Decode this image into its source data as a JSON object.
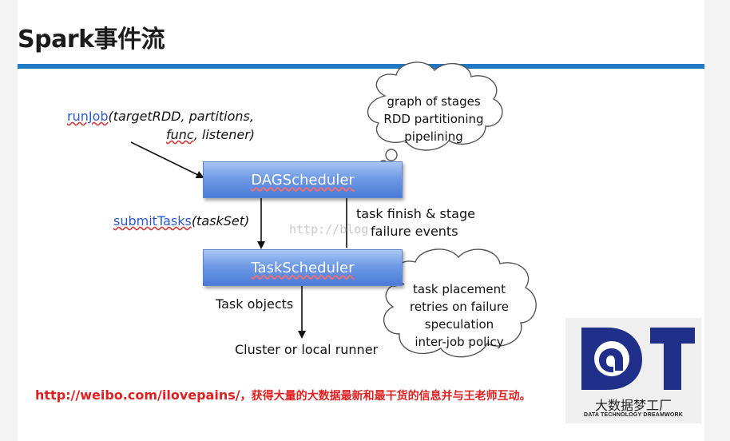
{
  "slide": {
    "title": "Spark事件流"
  },
  "diagram": {
    "run_job": {
      "name": "runJob",
      "args_line1": "(targetRDD, partitions,",
      "args_func": "func",
      "args_line2_rest": ", listener)"
    },
    "dag_scheduler": "DAGScheduler",
    "task_scheduler": "TaskScheduler",
    "submit_tasks": {
      "name": "submitTasks",
      "args": "(taskSet)"
    },
    "feedback": {
      "line1": "task finish & stage",
      "line2": "failure events"
    },
    "task_objects": "Task objects",
    "runner": "Cluster or local runner",
    "dag_cloud": [
      "graph of stages",
      "RDD partitioning",
      "pipelining"
    ],
    "task_cloud": [
      "task placement",
      "retries on failure",
      "speculation",
      "inter-job policy"
    ],
    "watermark": "http://blog"
  },
  "footer": {
    "link": "http://weibo.com/ilovepains/",
    "text": "，获得大量的大数据最新和最干货的信息并与王老师互动。"
  },
  "logo": {
    "letters": "DT",
    "name_cn": "大数据梦工厂",
    "name_en": "DATA TECHNOLOGY DREAMWORK",
    "color": "#1f2f8a"
  }
}
